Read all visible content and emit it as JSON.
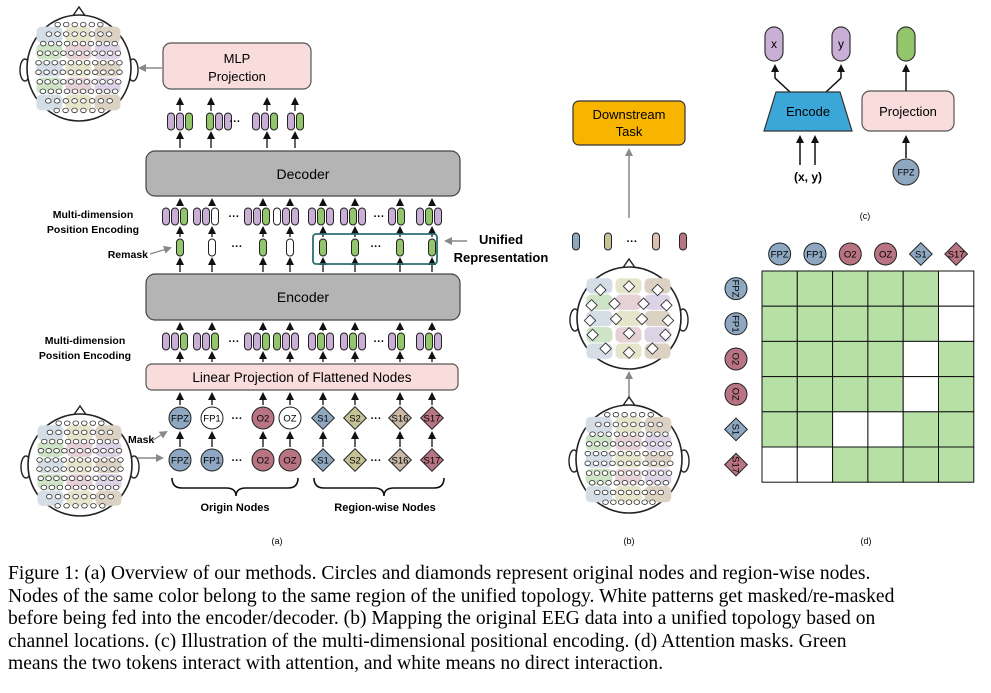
{
  "panel_a": {
    "mlp_title": "MLP",
    "mlp_subtitle": "Projection",
    "decoder": "Decoder",
    "encoder": "Encoder",
    "linear_projection": "Linear Projection of Flattened Nodes",
    "mdpe_line1": "Multi-dimension",
    "mdpe_line2": "Position Encoding",
    "remask": "Remask",
    "mask": "Mask",
    "ellipsis": "···",
    "origin_nodes": "Origin Nodes",
    "region_nodes": "Region-wise Nodes",
    "label": "(a)",
    "input_nodes": [
      {
        "text": "FPZ",
        "shape": "circle",
        "fill": "#8fa8c2"
      },
      {
        "text": "FP1",
        "shape": "circle",
        "fill": "#8fa8c2"
      },
      {
        "text": "O2",
        "shape": "circle",
        "fill": "#b87482"
      },
      {
        "text": "OZ",
        "shape": "circle",
        "fill": "#b87482"
      },
      {
        "text": "S1",
        "shape": "diamond",
        "fill": "#8fa8c2"
      },
      {
        "text": "S2",
        "shape": "diamond",
        "fill": "#c5c395"
      },
      {
        "text": "S16",
        "shape": "diamond",
        "fill": "#c8b8a8"
      },
      {
        "text": "S17",
        "shape": "diamond",
        "fill": "#b87482"
      }
    ],
    "masked_nodes": [
      {
        "text": "FPZ",
        "shape": "circle",
        "fill": "#8fa8c2"
      },
      {
        "text": "FP1",
        "shape": "circle",
        "fill": "#ffffff"
      },
      {
        "text": "O2",
        "shape": "circle",
        "fill": "#b87482"
      },
      {
        "text": "OZ",
        "shape": "circle",
        "fill": "#ffffff"
      },
      {
        "text": "S1",
        "shape": "diamond",
        "fill": "#8fa8c2"
      },
      {
        "text": "S2",
        "shape": "diamond",
        "fill": "#c5c395"
      },
      {
        "text": "S16",
        "shape": "diamond",
        "fill": "#c8b8a8"
      },
      {
        "text": "S17",
        "shape": "diamond",
        "fill": "#b87482"
      }
    ]
  },
  "panel_b": {
    "downstream_line1": "Downstream",
    "downstream_line2": "Task",
    "unified_line1": "Unified",
    "unified_line2": "Representation",
    "label": "(b)"
  },
  "panel_c": {
    "x": "x",
    "y": "y",
    "encode": "Encode",
    "xy": "(x, y)",
    "projection": "Projection",
    "fpz": "FPZ",
    "label": "(c)"
  },
  "panel_d": {
    "tokens": [
      {
        "text": "FPZ",
        "shape": "circle",
        "fill": "#8fa8c2"
      },
      {
        "text": "FP1",
        "shape": "circle",
        "fill": "#8fa8c2"
      },
      {
        "text": "O2",
        "shape": "circle",
        "fill": "#b87482"
      },
      {
        "text": "OZ",
        "shape": "circle",
        "fill": "#b87482"
      },
      {
        "text": "S1",
        "shape": "diamond",
        "fill": "#8fa8c2"
      },
      {
        "text": "S17",
        "shape": "diamond",
        "fill": "#b87482"
      }
    ],
    "mask": [
      [
        1,
        1,
        1,
        1,
        1,
        0
      ],
      [
        1,
        1,
        1,
        1,
        1,
        0
      ],
      [
        1,
        1,
        1,
        1,
        0,
        1
      ],
      [
        1,
        1,
        1,
        1,
        0,
        1
      ],
      [
        1,
        1,
        0,
        0,
        1,
        1
      ],
      [
        0,
        0,
        1,
        1,
        1,
        1
      ]
    ],
    "label": "(d)"
  },
  "colors": {
    "green": "#b6e0a6",
    "pink_box": "#f9dcdc",
    "gray_box": "#b4b4b4",
    "orange_box": "#f8b500",
    "blue_trapezoid": "#3aa7d8",
    "token_purple": "#c9aed6",
    "token_green": "#93c56a"
  },
  "caption": {
    "line1": "Figure 1: (a) Overview of our methods. Circles and diamonds represent original nodes and region-wise nodes.",
    "line2": "Nodes of the same color belong to the same region of the unified topology. White patterns get masked/re-masked",
    "line3": "before being fed into the encoder/decoder. (b) Mapping the original EEG data into a unified topology based on",
    "line4": "channel locations. (c) Illustration of the multi-dimensional positional encoding. (d) Attention masks. Green",
    "line5": "means the two tokens interact with attention, and white means no direct interaction."
  }
}
